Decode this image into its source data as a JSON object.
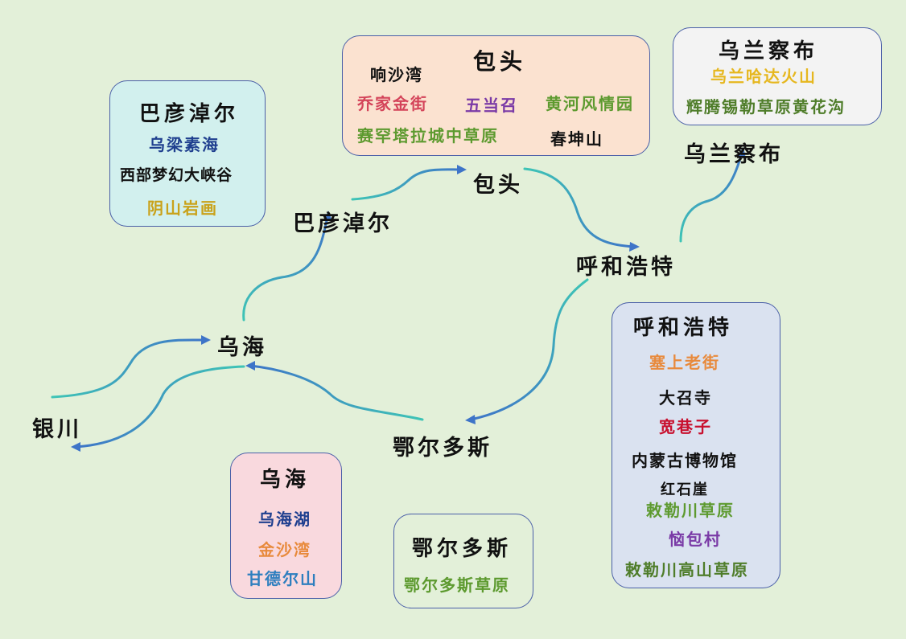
{
  "colors": {
    "background": "#e3f0d9",
    "arrow_start": "#3ec4b6",
    "arrow_end": "#3e74c8",
    "box_border": "#4a5fa8"
  },
  "route": {
    "yinchuan": "银川",
    "wuhai": "乌海",
    "bayannur": "巴彦淖尔",
    "baotou": "包头",
    "hohhot": "呼和浩特",
    "ulanqab": "乌兰察布",
    "ordos": "鄂尔多斯"
  },
  "boxes": {
    "bayannur": {
      "title": "巴彦淖尔",
      "spots": [
        {
          "name": "乌梁素海",
          "color": "#1f3f8f"
        },
        {
          "name": "西部梦幻大峡谷",
          "color": "#111111"
        },
        {
          "name": "阴山岩画",
          "color": "#c9a21a"
        }
      ]
    },
    "baotou": {
      "title": "包头",
      "spots": [
        {
          "name": "响沙湾",
          "color": "#111111"
        },
        {
          "name": "乔家金街",
          "color": "#d4445a"
        },
        {
          "name": "五当召",
          "color": "#7a3aa6"
        },
        {
          "name": "黄河风情园",
          "color": "#5d9a2f"
        },
        {
          "name": "赛罕塔拉城中草原",
          "color": "#5d9a2f"
        },
        {
          "name": "春坤山",
          "color": "#111111"
        }
      ]
    },
    "ulanqab": {
      "title": "乌兰察布",
      "spots": [
        {
          "name": "乌兰哈达火山",
          "color": "#e6b71e"
        },
        {
          "name": "辉腾锡勒草原黄花沟",
          "color": "#4f7d2a"
        }
      ]
    },
    "hohhot": {
      "title": "呼和浩特",
      "spots": [
        {
          "name": "塞上老街",
          "color": "#e88a3c"
        },
        {
          "name": "大召寺",
          "color": "#111111"
        },
        {
          "name": "宽巷子",
          "color": "#c8102e"
        },
        {
          "name": "内蒙古博物馆",
          "color": "#111111"
        },
        {
          "name": "红石崖",
          "color": "#111111"
        },
        {
          "name": "敕勒川草原",
          "color": "#5d9a2f"
        },
        {
          "name": "恼包村",
          "color": "#7a3aa6"
        },
        {
          "name": "敕勒川高山草原",
          "color": "#4f7d2a"
        }
      ]
    },
    "wuhai": {
      "title": "乌海",
      "spots": [
        {
          "name": "乌海湖",
          "color": "#1f3f8f"
        },
        {
          "name": "金沙湾",
          "color": "#e88a3c"
        },
        {
          "name": "甘德尔山",
          "color": "#2e7fbf"
        }
      ]
    },
    "ordos": {
      "title": "鄂尔多斯",
      "spots": [
        {
          "name": "鄂尔多斯草原",
          "color": "#5d9a2f"
        }
      ]
    }
  }
}
